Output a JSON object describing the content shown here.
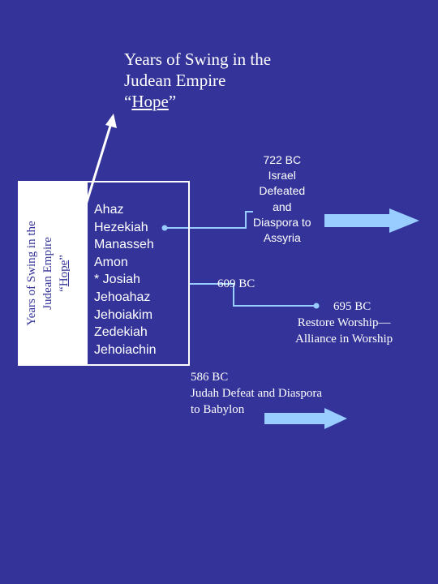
{
  "title": {
    "line1": "Years of Swing in the",
    "line2": "Judean Empire",
    "quote_open": "“",
    "quote_word": "Hope",
    "quote_close": "”"
  },
  "side_title": {
    "line1": "Years of Swing in the",
    "line2": "Judean Empire",
    "quote_open": "“",
    "quote_word": "Hope",
    "quote_close": "”"
  },
  "kings": [
    "Ahaz",
    "Hezekiah",
    "Manasseh",
    "Amon",
    "* Josiah",
    "Jehoahaz",
    "Jehoiakim",
    "Zedekiah",
    "Jehoiachin"
  ],
  "event_722": {
    "lines": [
      "722 BC",
      "Israel",
      "Defeated",
      "and",
      "Diaspora to",
      "Assyria"
    ]
  },
  "event_609": {
    "label": "609 BC"
  },
  "event_695": {
    "date": "695 BC",
    "line1": "Restore Worship—",
    "line2": "Alliance in Worship"
  },
  "event_586": {
    "date": "586 BC",
    "line1": "Judah Defeat and Diaspora",
    "line2": "to Babylon"
  },
  "colors": {
    "background": "#333399",
    "text": "#ffffff",
    "kings_text": "#000000",
    "box_fill": "#ffffff",
    "connector_line": "#99ccff",
    "arrow_fill": "#99ccff"
  }
}
